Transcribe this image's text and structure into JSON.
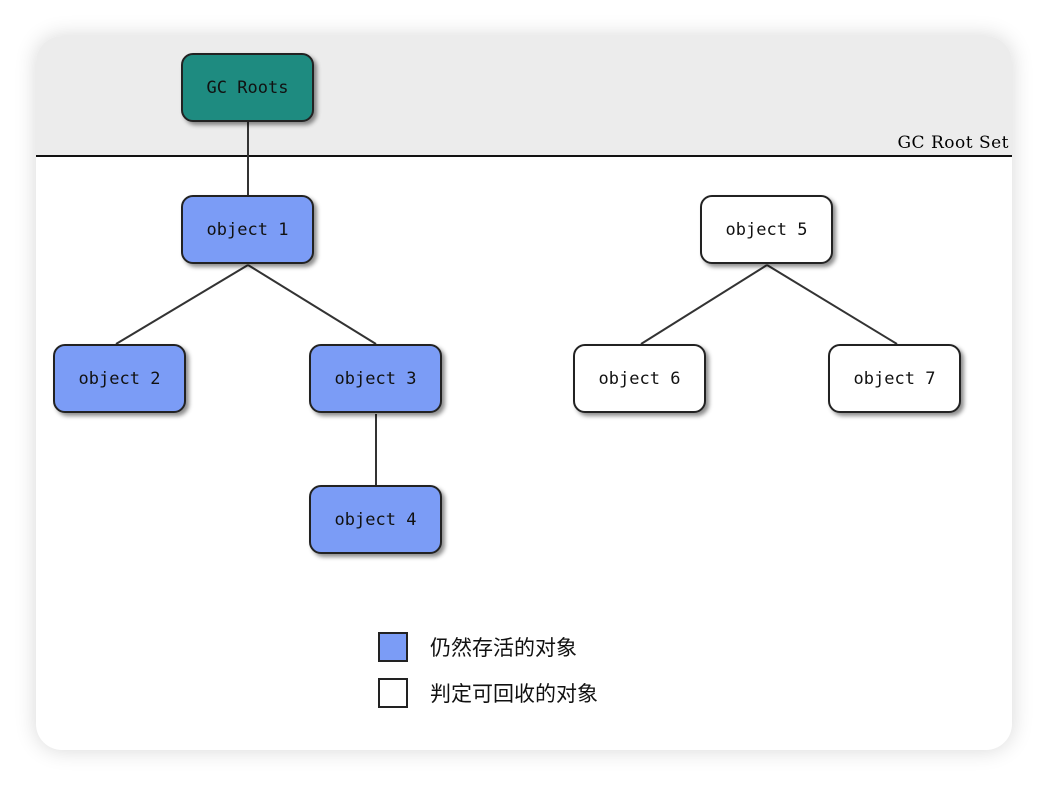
{
  "root_set_label": "GC Root Set",
  "colors": {
    "root": "#1e8b80",
    "alive": "#7b9cf6",
    "dead": "#ffffff",
    "edge": "#333333",
    "band": "#ececec"
  },
  "nodes": {
    "gc_roots": "GC Roots",
    "object1": "object 1",
    "object2": "object 2",
    "object3": "object 3",
    "object4": "object 4",
    "object5": "object 5",
    "object6": "object 6",
    "object7": "object 7"
  },
  "edges": [
    [
      "gc_roots",
      "object1"
    ],
    [
      "object1",
      "object2"
    ],
    [
      "object1",
      "object3"
    ],
    [
      "object3",
      "object4"
    ],
    [
      "object5",
      "object6"
    ],
    [
      "object5",
      "object7"
    ]
  ],
  "legend": [
    {
      "label": "仍然存活的对象",
      "color": "#7b9cf6"
    },
    {
      "label": "判定可回收的对象",
      "color": "#ffffff"
    }
  ]
}
